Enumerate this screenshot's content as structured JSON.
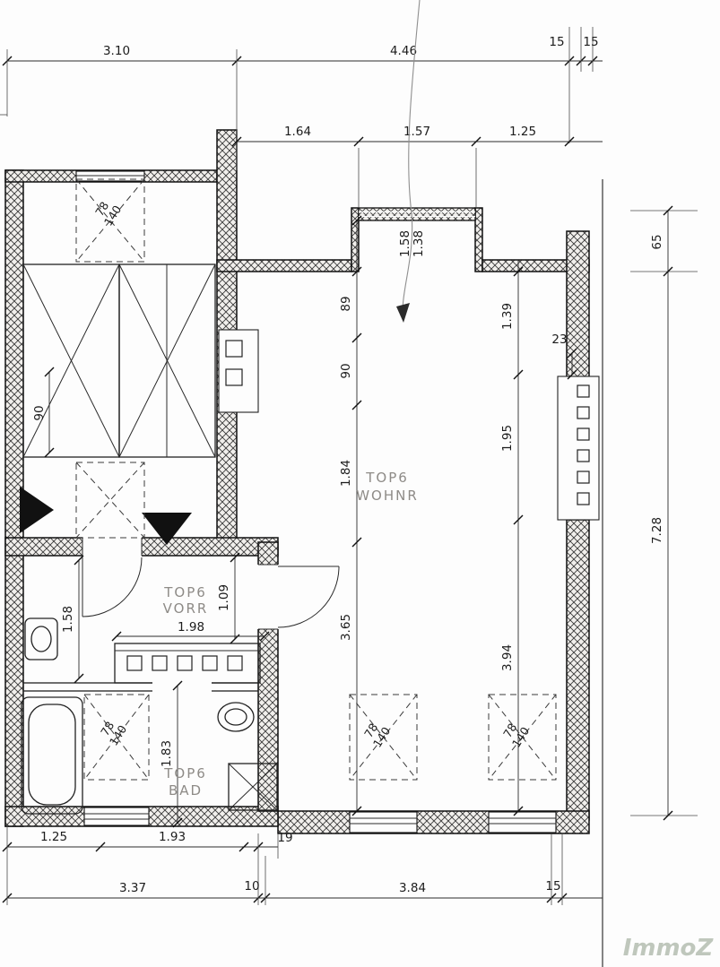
{
  "watermark": "ImmoZ",
  "rooms": {
    "wohnzimmer": {
      "line1": "TOP6",
      "line2": "WOHNR"
    },
    "vorraum": {
      "line1": "TOP6",
      "line2": "VORR"
    },
    "bad": {
      "line1": "TOP6",
      "line2": "BAD"
    }
  },
  "window_label": {
    "width": "78",
    "height": "140"
  },
  "dims": {
    "top_row": {
      "w310": "3.10",
      "w446": "4.46",
      "w15a": "15",
      "w15b": "15"
    },
    "second_row": {
      "w164": "1.64",
      "w157": "1.57",
      "w125": "1.25"
    },
    "right_col": {
      "h65": "65",
      "h728": "7.28",
      "w23": "23"
    },
    "window_top": {
      "w158": "1.58",
      "w138": "1.38"
    },
    "center_col": {
      "h89": "89",
      "h90": "90",
      "h184": "1.84",
      "h365": "3.65"
    },
    "right_inner_col": {
      "h139": "1.39",
      "h195": "1.95",
      "h394": "3.94"
    },
    "closet_room": {
      "h90": "90"
    },
    "vorraum": {
      "h158": "1.58",
      "h109": "1.09",
      "w198": "1.98"
    },
    "bad": {
      "h183": "1.83"
    },
    "bottom_row1": {
      "w125": "1.25",
      "w193": "1.93",
      "w19": "19"
    },
    "bottom_row2": {
      "w337": "3.37",
      "w10": "10",
      "w384": "3.84",
      "w15": "15"
    }
  }
}
